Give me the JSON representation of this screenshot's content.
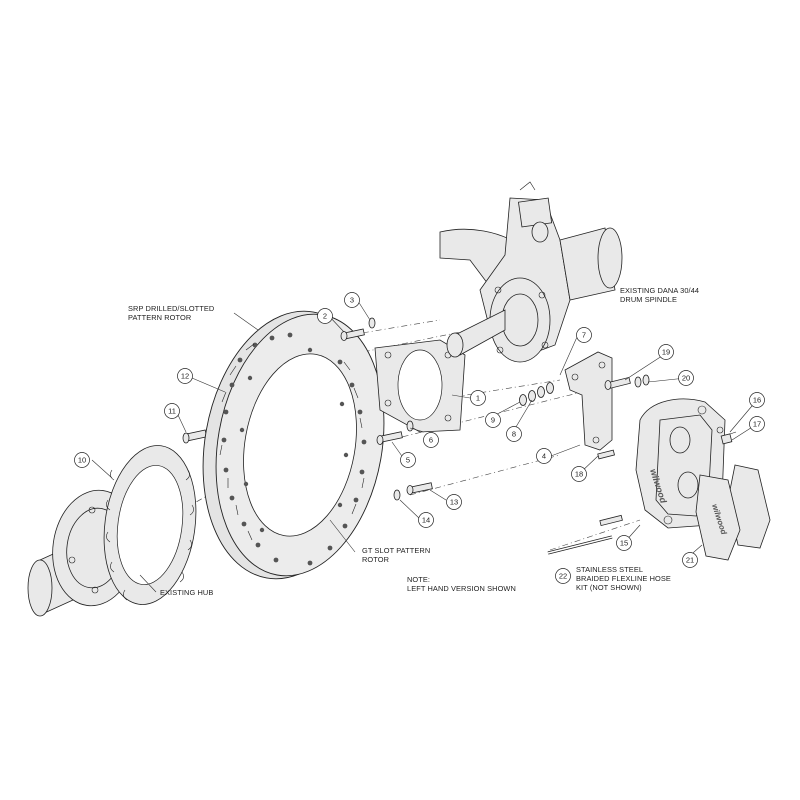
{
  "labels": {
    "srp_rotor": [
      "SRP DRILLED/SLOTTED",
      "PATTERN ROTOR"
    ],
    "spindle": [
      "EXISTING DANA 30/44",
      "DRUM SPINDLE"
    ],
    "gt_rotor": [
      "GT SLOT PATTERN",
      "ROTOR"
    ],
    "note": [
      "NOTE:",
      "LEFT HAND VERSION SHOWN"
    ],
    "hose": [
      "STAINLESS STEEL",
      "BRAIDED FLEXLINE HOSE",
      "KIT (NOT SHOWN)"
    ],
    "hub": [
      "EXISTING HUB"
    ]
  },
  "parts": [
    "1",
    "2",
    "3",
    "4",
    "5",
    "6",
    "7",
    "8",
    "9",
    "10",
    "11",
    "12",
    "13",
    "14",
    "15",
    "16",
    "17",
    "18",
    "19",
    "20",
    "21",
    "22"
  ],
  "brand_mark": "wilwood"
}
